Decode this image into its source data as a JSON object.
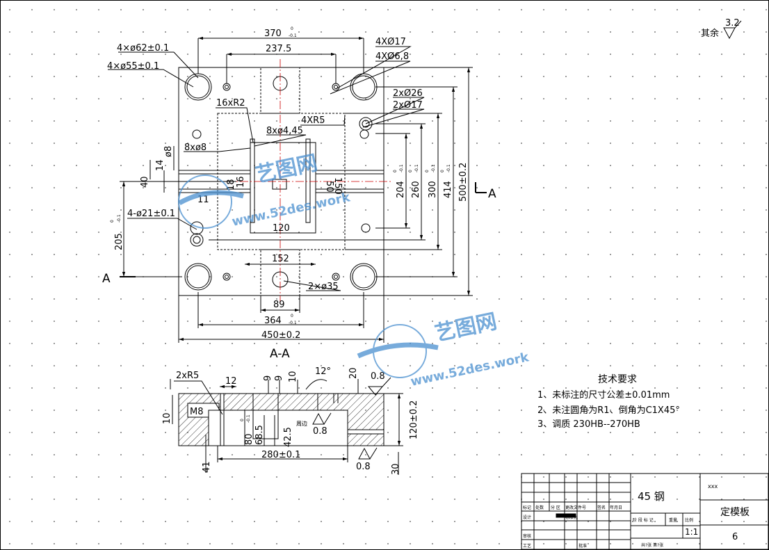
{
  "roughness_note": {
    "prefix": "其余",
    "value": "3.2"
  },
  "top_view": {
    "dims": {
      "width_370": "370",
      "width_370_tol": "0",
      "width_370_tol2": "-0.1",
      "width_237": "237.5",
      "hole_4x62": "4×ø62±0.1",
      "hole_4x55": "4×ø55±0.1",
      "hole_4x17": "4XØ17",
      "hole_4x68": "4XØ6,8",
      "hole_2x26": "2xØ26",
      "hole_2x17": "2xØ17",
      "r_16x2": "16xR2",
      "r_4x5": "4XR5",
      "h_8x445": "8xø4,45",
      "h_8x8": "8xø8",
      "d8": "ø8",
      "d14": "14",
      "d40": "40",
      "d11": "11",
      "d18": "18",
      "d16": "16",
      "d120": "120",
      "d50": "50",
      "d150": "150",
      "h_4x21": "4-ø21±0.1",
      "d205": "205",
      "d205_tol": "0",
      "d205_tol2": "-0.1",
      "d152": "152",
      "h_2x35": "2×ø35",
      "d89": "89",
      "d364": "364",
      "d364_tol": "0",
      "d364_tol2": "-0.1",
      "d450": "450±0.2",
      "d204": "204",
      "d204_tol": "0",
      "d204_tol2": "-0.1",
      "d260": "260",
      "d260_tol": "0",
      "d260_tol2": "-0.1",
      "d300": "300",
      "d300_tol": "0",
      "d300_tol2": "-0.1",
      "d414": "414",
      "d414_tol": "0",
      "d414_tol2": "-0.1",
      "d500": "500±0.2",
      "section_a": "A"
    }
  },
  "section_view": {
    "title": "A-A",
    "dims": {
      "r_2x5": "2xR5",
      "d12": "12",
      "d9a": "9",
      "d9b": "9",
      "d10": "10",
      "angle": "12°",
      "d20": "20",
      "rough1": "0.8",
      "m8": "M8",
      "d10_left": "10",
      "d80": "80",
      "d80_tol": "0",
      "d80_tol2": "-0.1",
      "d68": "68.5",
      "d42": "42.5",
      "note_around": "周边",
      "rough2": "0.8",
      "d120": "120±0.2",
      "d280": "280±0.1",
      "d41": "41",
      "rough3": "0.8",
      "d30": "30"
    }
  },
  "tech_req": {
    "title": "技术要求",
    "items": [
      "1、未标注的尺寸公差±0.01mm",
      "2、未注圆角为R1、倒角为C1X45°",
      "3、调质   230HB--270HB"
    ]
  },
  "title_block": {
    "material": "45 钢",
    "part_name": "定模板",
    "drawing_no": "xxx",
    "sheet_no": "6",
    "scale": "1:1",
    "row_labels": [
      "标记",
      "处数",
      "分 区",
      "更改文件号",
      "签名",
      "年月日"
    ],
    "design_label": "设计",
    "std_label": "标准化",
    "stage_labels": [
      "阶 段 标 记",
      "重量",
      "比例"
    ],
    "review_label": "审核",
    "process_label": "工艺",
    "approve_label": "批准",
    "sheets_note": "共?张 第?张"
  },
  "watermarks": [
    {
      "title": "艺图网",
      "url": "www.52des.work"
    },
    {
      "title": "艺图网",
      "url": "www.52des.work"
    }
  ],
  "colors": {
    "line": "#000000",
    "center": "#cc0000",
    "watermark": "#4a90d0"
  }
}
